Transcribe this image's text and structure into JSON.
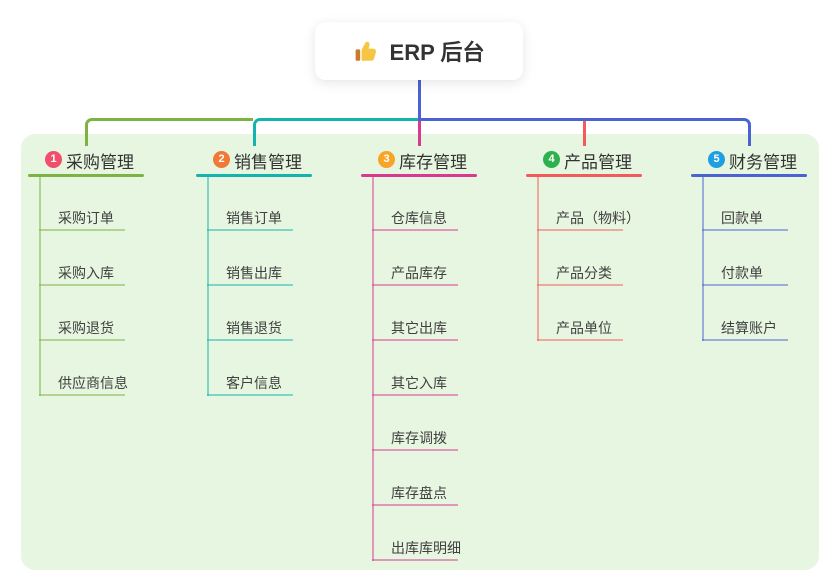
{
  "root": {
    "label": "ERP 后台",
    "icon": "thumbs-up",
    "connector_color": "#4A63D0",
    "card_bg": "#FFFFFF"
  },
  "theme": {
    "canvas_bg": "#FFFFFF",
    "panel_bg": "#E7F6E0",
    "title_text_color": "#333333",
    "child_text_color": "#404040"
  },
  "branches": [
    {
      "number": "1",
      "label": "采购管理",
      "badge_color": "#F0506B",
      "line_color": "#7CB342",
      "children": [
        "采购订单",
        "采购入库",
        "采购退货",
        "供应商信息"
      ]
    },
    {
      "number": "2",
      "label": "销售管理",
      "badge_color": "#F07936",
      "line_color": "#14B3AE",
      "children": [
        "销售订单",
        "销售出库",
        "销售退货",
        "客户信息"
      ]
    },
    {
      "number": "3",
      "label": "库存管理",
      "badge_color": "#F7A427",
      "line_color": "#D83A90",
      "children": [
        "仓库信息",
        "产品库存",
        "其它出库",
        "其它入库",
        "库存调拨",
        "库存盘点",
        "出库库明细"
      ]
    },
    {
      "number": "4",
      "label": "产品管理",
      "badge_color": "#2DB14D",
      "line_color": "#F15B5B",
      "children": [
        "产品（物料）",
        "产品分类",
        "产品单位"
      ]
    },
    {
      "number": "5",
      "label": "财务管理",
      "badge_color": "#1E9FE2",
      "line_color": "#4A63D0",
      "children": [
        "回款单",
        "付款单",
        "结算账户"
      ]
    }
  ]
}
